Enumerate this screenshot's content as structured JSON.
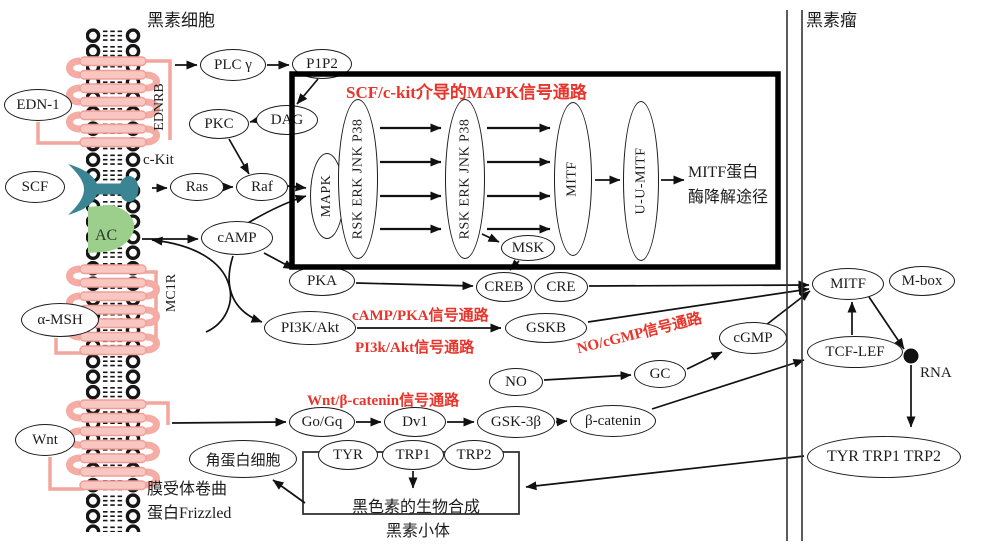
{
  "figure": {
    "cell_label": "黑素细胞",
    "tumor_label": "黑素瘤",
    "membrane": {
      "ednrb": "EDNRB",
      "ckit": "c-Kit",
      "mc1r": "MC1R",
      "ac": "AC",
      "frizzled_line1": "膜受体卷曲",
      "frizzled_line2": "蛋白Frizzled"
    },
    "pathway_labels": {
      "mapk_title": "SCF/c-kit介导的MAPK信号通路",
      "camp_pka": "cAMP/PKA信号通路",
      "pi3k_akt": "PI3k/Akt信号通路",
      "no_cgmp": "NO/cGMP信号通路",
      "wnt_bcatenin": "Wnt/β-catenin信号通路"
    },
    "nodes": {
      "edn1": "EDN-1",
      "scf": "SCF",
      "amsh": "α-MSH",
      "wnt": "Wnt",
      "plcg": "PLC γ",
      "p1p2": "P1P2",
      "dag": "DAG",
      "pkc": "PKC",
      "ras": "Ras",
      "raf": "Raf",
      "camp": "cAMP",
      "mapk": "MAPK",
      "rsk_cascade_1": "RSK ERK JNK P38",
      "rsk_cascade_2": "RSK ERK JNK P38",
      "mitf_vertical": "MITF",
      "uumitf": "U-U-MITF",
      "msk": "MSK",
      "pka": "PKA",
      "creb": "CREB",
      "cre": "CRE",
      "pi3k": "PI3K/Akt",
      "gskb": "GSKB",
      "no": "NO",
      "gc": "GC",
      "cgmp": "cGMP",
      "gogq": "Go/Gq",
      "dv1": "Dv1",
      "gsk3b": "GSK-3β",
      "bcatenin": "β-catenin",
      "mitf": "MITF",
      "mbox": "M-box",
      "tcflef": "TCF-LEF",
      "tyr_trp1_trp2": "TYR TRP1 TRP2",
      "tyr": "TYR",
      "trp1": "TRP1",
      "trp2": "TRP2",
      "keratinocyte": "角蛋白细胞"
    },
    "texts": {
      "mitf_degradation_line1": "MITF蛋白",
      "mitf_degradation_line2": "酶降解途径",
      "rna": "RNA",
      "melanin_synthesis": "黑色素的生物合成",
      "melanosome": "黑素小体"
    },
    "colors": {
      "pathway_red": "#e8342a",
      "receptor_pink_fill": "#f9c7c1",
      "receptor_pink_stroke": "#f2a69e",
      "ckit_teal": "#3b8493",
      "ac_green": "#9ccf8c",
      "ink": "#1a1a1a"
    }
  }
}
